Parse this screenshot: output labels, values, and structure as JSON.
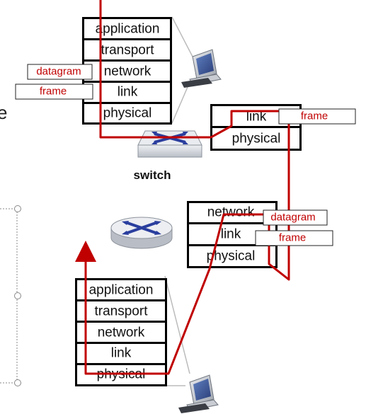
{
  "colors": {
    "path": "#c00000",
    "box_border": "#111111",
    "tag_text": "#c00000",
    "device_blue": "#2a3e9e",
    "device_gray": "#c8ccd2"
  },
  "top_host": {
    "layers": [
      "application",
      "transport",
      "network",
      "link",
      "physical"
    ],
    "tags": {
      "network": "datagram",
      "link": "frame"
    },
    "icon": "desktop-computer-icon"
  },
  "switch": {
    "caption": "switch",
    "layers": [
      "link",
      "physical"
    ],
    "tag": "frame",
    "icon": "switch-icon"
  },
  "router": {
    "layers": [
      "network",
      "link",
      "physical"
    ],
    "tags": {
      "network": "datagram",
      "link": "frame"
    },
    "icon": "router-icon"
  },
  "bottom_host": {
    "layers": [
      "application",
      "transport",
      "network",
      "link",
      "physical"
    ],
    "icon": "desktop-computer-icon"
  },
  "left_edge_text": "e"
}
